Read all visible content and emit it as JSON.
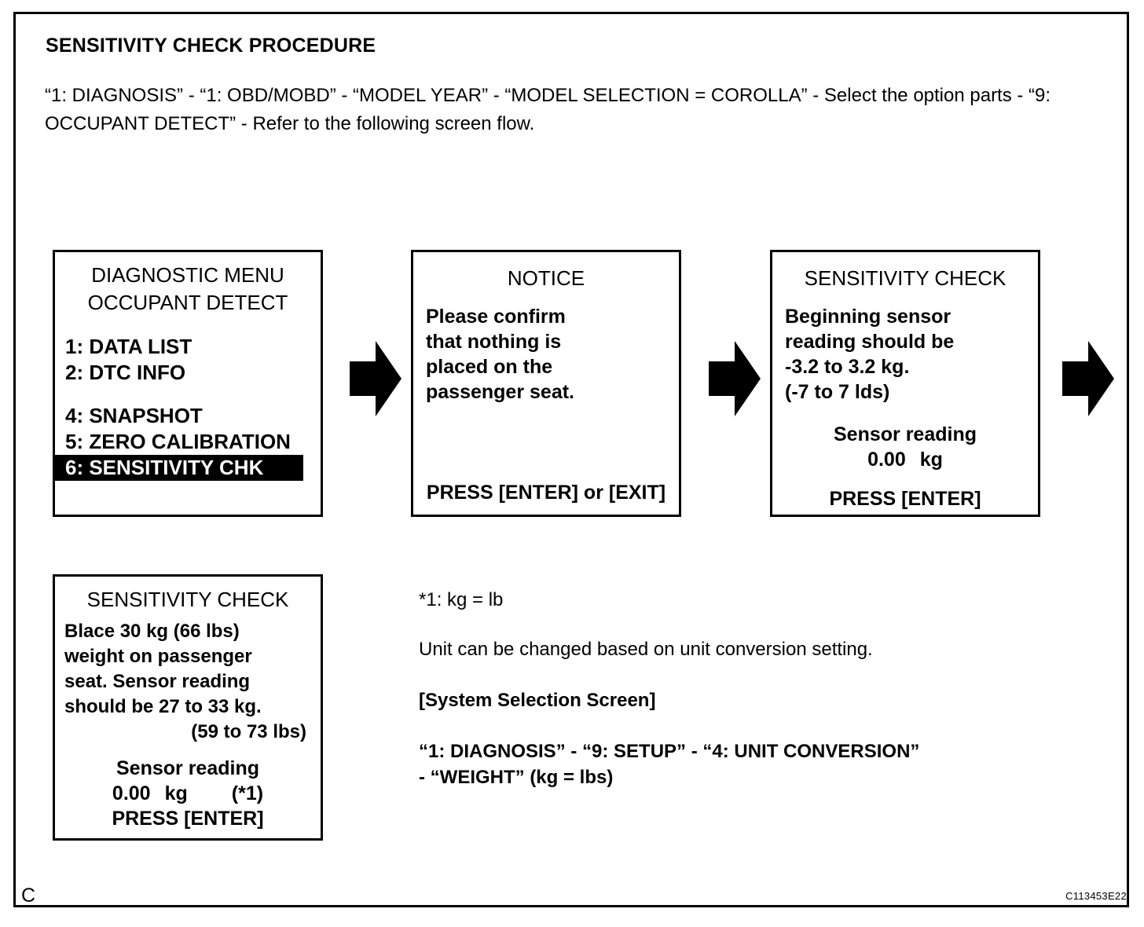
{
  "document": {
    "title": "SENSITIVITY CHECK PROCEDURE",
    "intro": "“1: DIAGNOSIS” - “1: OBD/MOBD” - “MODEL YEAR” - “MODEL SELECTION = COROLLA” - Select the option parts - “9: OCCUPANT DETECT” - Refer to the following screen flow.",
    "corner_mark": "C",
    "reference_code": "C113453E22"
  },
  "screens": {
    "diagnostic_menu": {
      "title_line1": "DIAGNOSTIC MENU",
      "title_line2": "OCCUPANT DETECT",
      "items": [
        {
          "label": "1: DATA LIST",
          "selected": false
        },
        {
          "label": "2: DTC INFO",
          "selected": false
        },
        {
          "label": "4: SNAPSHOT",
          "selected": false
        },
        {
          "label": "5: ZERO CALIBRATION",
          "selected": false
        },
        {
          "label": "6: SENSITIVITY CHK",
          "selected": true
        }
      ]
    },
    "notice": {
      "title": "NOTICE",
      "body_line1": "Please confirm",
      "body_line2": "that nothing is",
      "body_line3": "placed on the",
      "body_line4": "passenger seat.",
      "footer": "PRESS [ENTER] or [EXIT]"
    },
    "sensitivity_begin": {
      "title": "SENSITIVITY CHECK",
      "body_line1": "Beginning sensor",
      "body_line2": "reading should be",
      "body_line3": "-3.2 to 3.2 kg.",
      "body_line4": "(-7 to 7 lds)",
      "reading_label": "Sensor reading",
      "reading_value": "0.00",
      "reading_unit": "kg",
      "footer": "PRESS [ENTER]"
    },
    "sensitivity_weight": {
      "title": "SENSITIVITY CHECK",
      "body_line1": "Blace 30 kg (66 lbs)",
      "body_line2": "weight on passenger",
      "body_line3": "seat. Sensor reading",
      "body_line4": "should be 27 to 33 kg.",
      "body_line5": "(59 to 73 lbs)",
      "reading_label": "Sensor reading",
      "reading_value": "0.00",
      "reading_unit": "kg",
      "footnote_mark": "(*1)",
      "footer": "PRESS [ENTER]"
    }
  },
  "arrows": {
    "arrow1_name": "flow-arrow-right",
    "arrow2_name": "flow-arrow-right",
    "arrow3_name": "flow-arrow-right"
  },
  "notes": {
    "footnote": "*1: kg = lb",
    "unit_note": "Unit can be changed based on unit conversion setting.",
    "section_heading": "[System Selection Screen]",
    "path_line1": "“1: DIAGNOSIS” - “9: SETUP” - “4: UNIT CONVERSION”",
    "path_line2": "- “WEIGHT” (kg = lbs)"
  },
  "colors": {
    "ink": "#000000",
    "paper": "#ffffff",
    "highlight_bg": "#000000",
    "highlight_fg": "#ffffff"
  }
}
